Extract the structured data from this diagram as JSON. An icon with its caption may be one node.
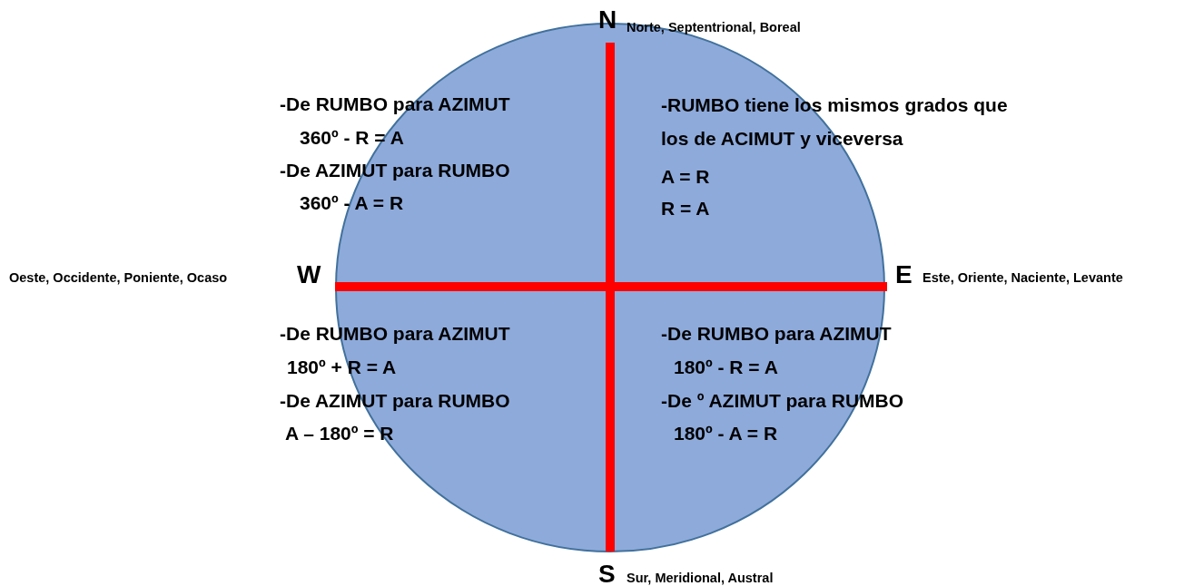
{
  "diagram": {
    "nodes": [
      {
        "text": [
          "-De RUMBO para AZIMUT",
          "360º - R = A",
          "-De AZIMUT para RUMBO",
          "360º - A = R",
          "-RUMBO tiene los mismos grados que los de ACIMUT y viceversa",
          "A = R",
          "R = A",
          "-De RUMBO para AZIMUT",
          "180º + R = A",
          "-De AZIMUT para RUMBO",
          "A – 180º = R",
          "-De RUMBO para AZIMUT",
          "180º - R = A",
          "-De º AZIMUT para RUMBO",
          "180º - A = R"
        ]
      }
    ],
    "labels": [
      "N",
      "Norte, Septentrional, Boreal",
      "W",
      "Oeste, Occidente, Poniente, Ocaso",
      "E",
      "Este, Oriente, Naciente, Levante",
      "S",
      "Sur, Meridional, Austral"
    ]
  }
}
